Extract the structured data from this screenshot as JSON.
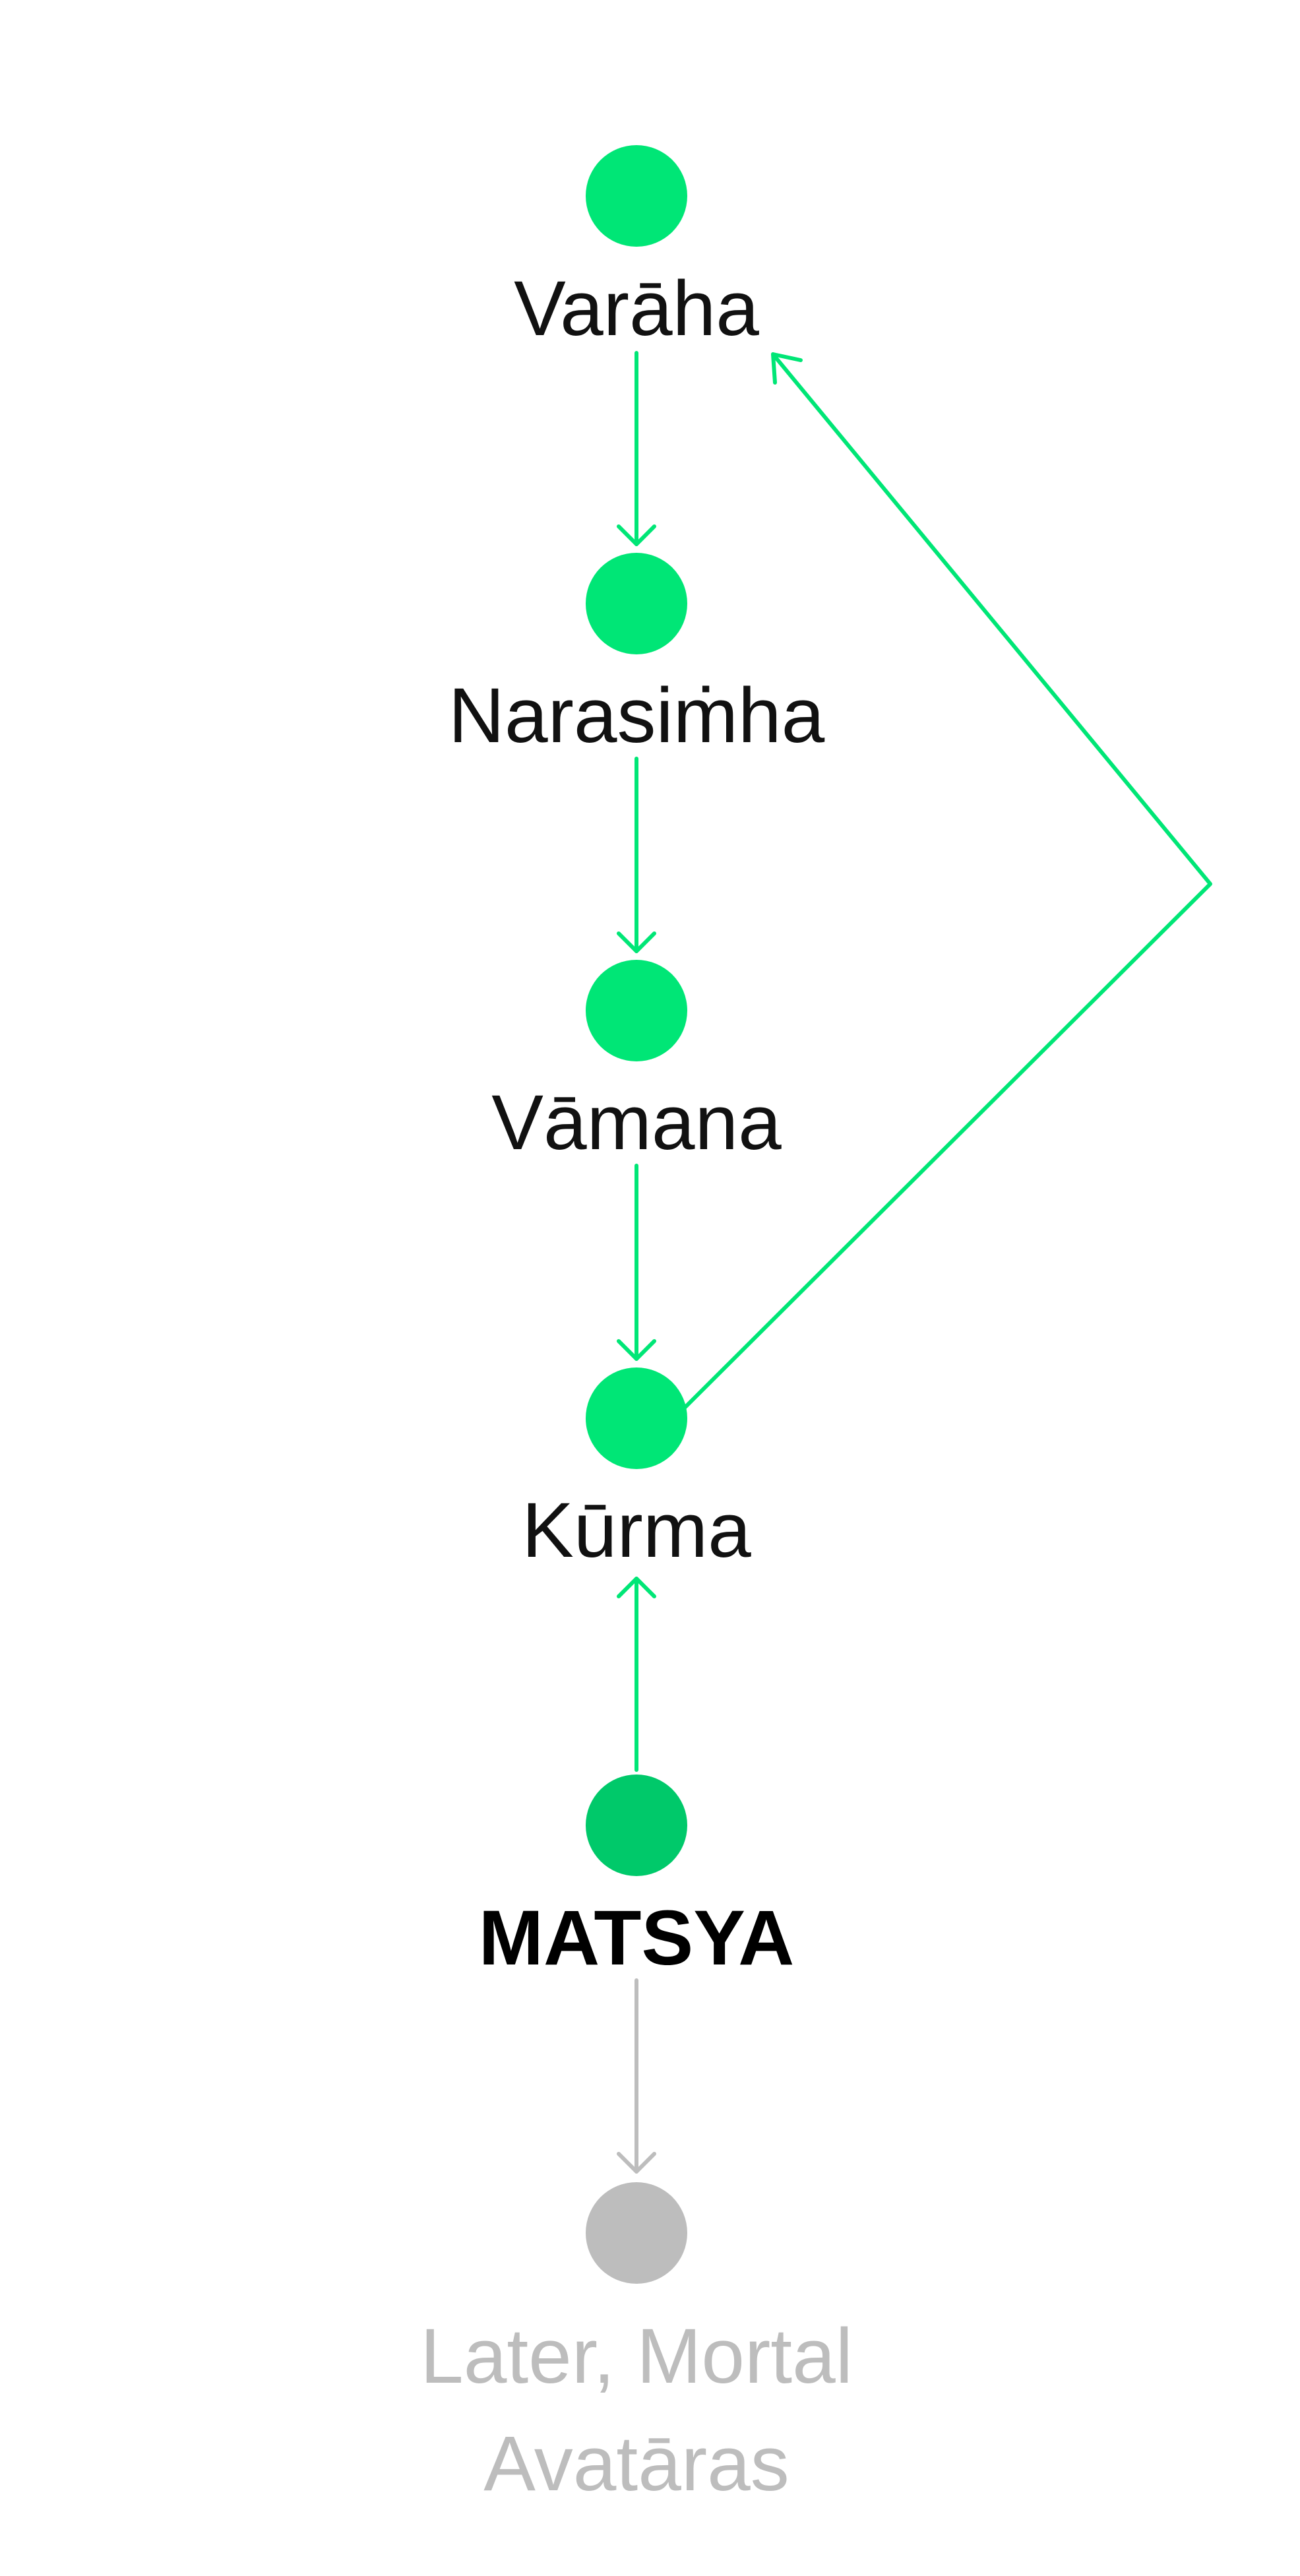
{
  "colors": {
    "node": "#00e676",
    "focus_node": "#00c96a",
    "muted_node": "#bdbdbd",
    "edge": "#00e676",
    "muted_edge": "#bdbdbd"
  },
  "nodes": [
    {
      "id": "varaha",
      "label": "Varāha",
      "style": "primary"
    },
    {
      "id": "narasimha",
      "label": "Narasiṁha",
      "style": "primary"
    },
    {
      "id": "vamana",
      "label": "Vāmana",
      "style": "primary"
    },
    {
      "id": "kurma",
      "label": "Kūrma",
      "style": "primary"
    },
    {
      "id": "matsya",
      "label": "MATSYA",
      "style": "focus"
    },
    {
      "id": "later",
      "label_lines": [
        "Later, Mortal",
        "Avatāras"
      ],
      "style": "muted"
    }
  ],
  "edges": [
    {
      "from": "varaha",
      "to": "narasimha",
      "style": "primary"
    },
    {
      "from": "narasimha",
      "to": "vamana",
      "style": "primary"
    },
    {
      "from": "vamana",
      "to": "kurma",
      "style": "primary"
    },
    {
      "from": "kurma",
      "to": "varaha",
      "style": "primary",
      "route": "right-loop"
    },
    {
      "from": "matsya",
      "to": "kurma",
      "style": "primary"
    },
    {
      "from": "matsya",
      "to": "later",
      "style": "muted"
    }
  ]
}
